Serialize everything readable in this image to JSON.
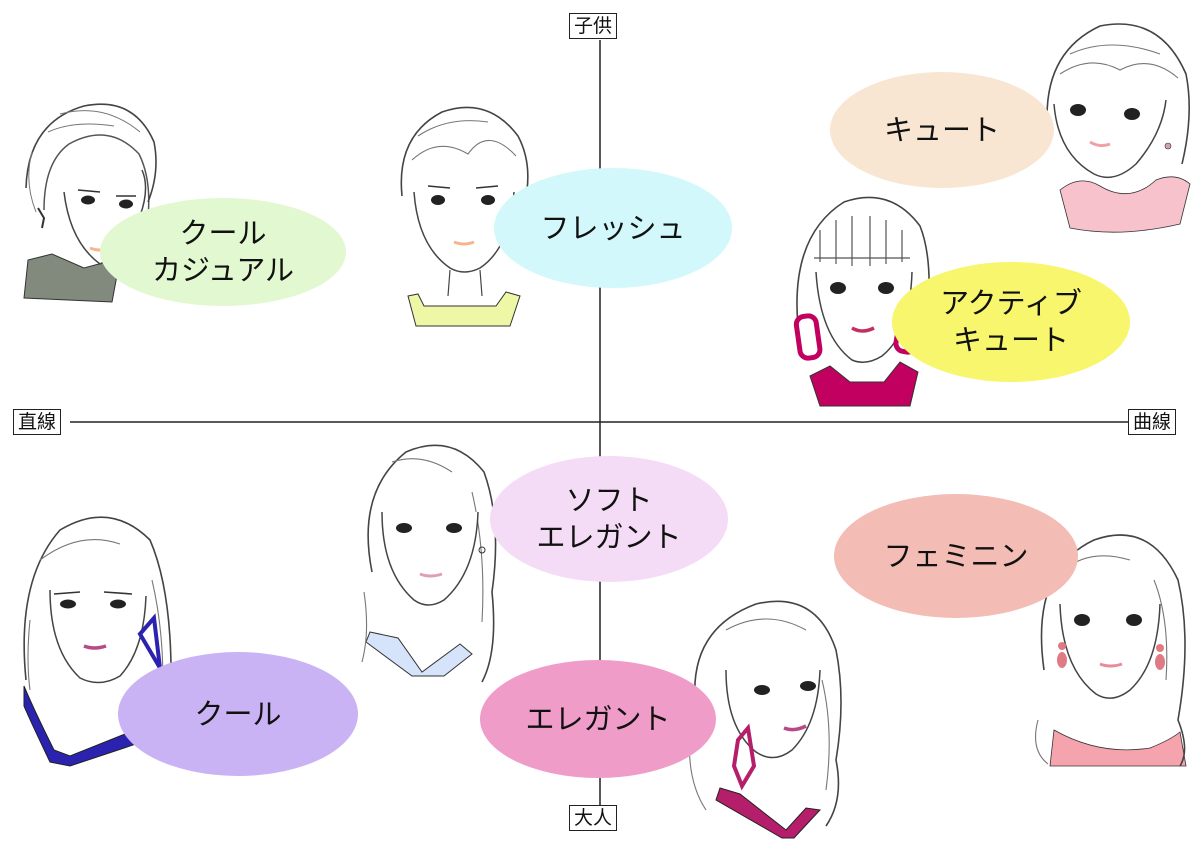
{
  "axes": {
    "top": "子供",
    "bottom": "大人",
    "left": "直線",
    "right": "曲線"
  },
  "types": [
    {
      "id": "cool-casual",
      "label": "クール\nカジュアル",
      "color": "#e2f8d0"
    },
    {
      "id": "fresh",
      "label": "フレッシュ",
      "color": "#d3f8fb"
    },
    {
      "id": "cute",
      "label": "キュート",
      "color": "#f9e6d2"
    },
    {
      "id": "active-cute",
      "label": "アクティブ\nキュート",
      "color": "#f7f66c"
    },
    {
      "id": "soft-elegant",
      "label": "ソフト\nエレガント",
      "color": "#f5dcf6"
    },
    {
      "id": "feminine",
      "label": "フェミニン",
      "color": "#f3bcb4"
    },
    {
      "id": "cool",
      "label": "クール",
      "color": "#c9b3f4"
    },
    {
      "id": "elegant",
      "label": "エレガント",
      "color": "#ef9cc9"
    }
  ],
  "colors": {
    "axis_line": "#222222",
    "neckline_cool_casual": "#818a7c",
    "neckline_fresh": "#eef7a6",
    "neckline_cute": "#f7c2cc",
    "neckline_active_cute": "#c2005f",
    "neckline_soft_elegant": "#d5e3fb",
    "neckline_feminine": "#f5a4ad",
    "neckline_cool": "#2b22b0",
    "neckline_elegant": "#c2005f"
  }
}
